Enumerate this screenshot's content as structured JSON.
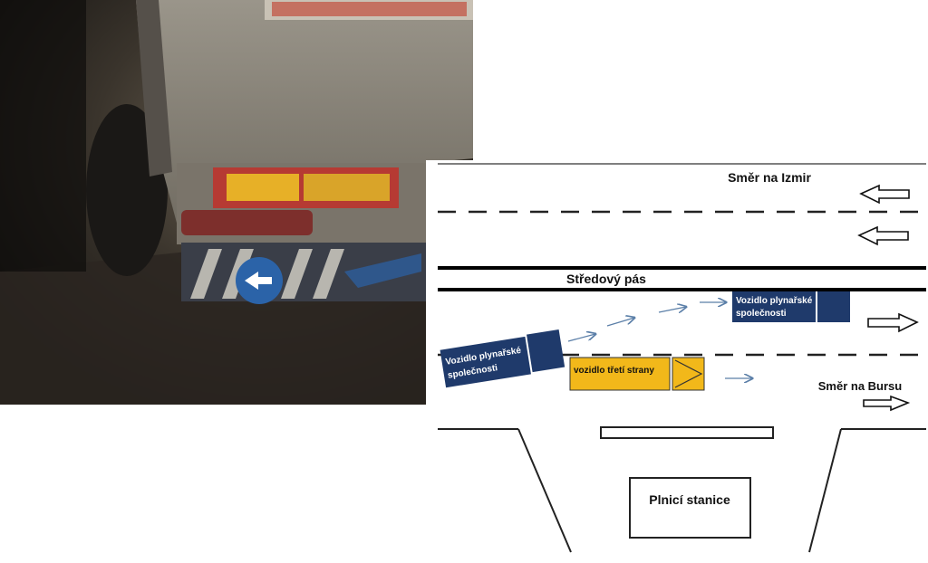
{
  "diagram": {
    "direction_izmir": "Směr na Izmir",
    "direction_bursa": "Směr na Bursu",
    "median_label": "Středový pás",
    "gas_vehicle_label_line1": "Vozidlo plynařské",
    "gas_vehicle_label_line2": "společnosti",
    "third_party_label": "vozidlo třetí strany",
    "station_label": "Plnicí stanice"
  },
  "photo": {
    "description_icon": "truck-rear-photo"
  },
  "colors": {
    "gas_vehicle": "#1f3a6b",
    "third_party_vehicle": "#f2b81a",
    "path_arrows": "#5b7fa8"
  }
}
